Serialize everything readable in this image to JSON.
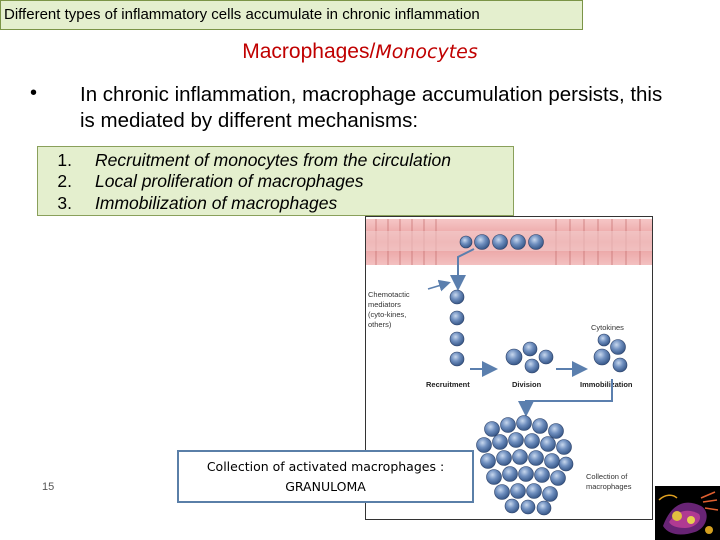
{
  "header": {
    "banner": "Different types of inflammatory cells accumulate in chronic inflammation"
  },
  "slide": {
    "title_main": "Macrophages/",
    "title_italic": "Monocytes",
    "bullet": "In chronic inflammation, macrophage accumulation persists, this is mediated by different mechanisms:",
    "mechanisms": [
      {
        "num": "1.",
        "text": "Recruitment of monocytes from the circulation"
      },
      {
        "num": "2.",
        "text": "Local proliferation of macrophages"
      },
      {
        "num": "3.",
        "text": "Immobilization of macrophages"
      }
    ],
    "granuloma": {
      "line1": "Collection of activated macrophages :",
      "line2": "GRANULOMA"
    },
    "page_number": "15"
  },
  "figure": {
    "chemotactic_label": [
      "Chemotactic",
      "mediators",
      "(cyto-kines,",
      "others)"
    ],
    "cytokines_label": "Cytokines",
    "recruitment_label": "Recruitment",
    "division_label": "Division",
    "immobilization_label": "Immobilization",
    "collection_label": [
      "Collection of",
      "macrophages"
    ]
  },
  "colors": {
    "banner_bg": "#e4efce",
    "title_red": "#c00000",
    "vessel": "#e8a0a0",
    "cell_blue": "#4a6fa0"
  }
}
